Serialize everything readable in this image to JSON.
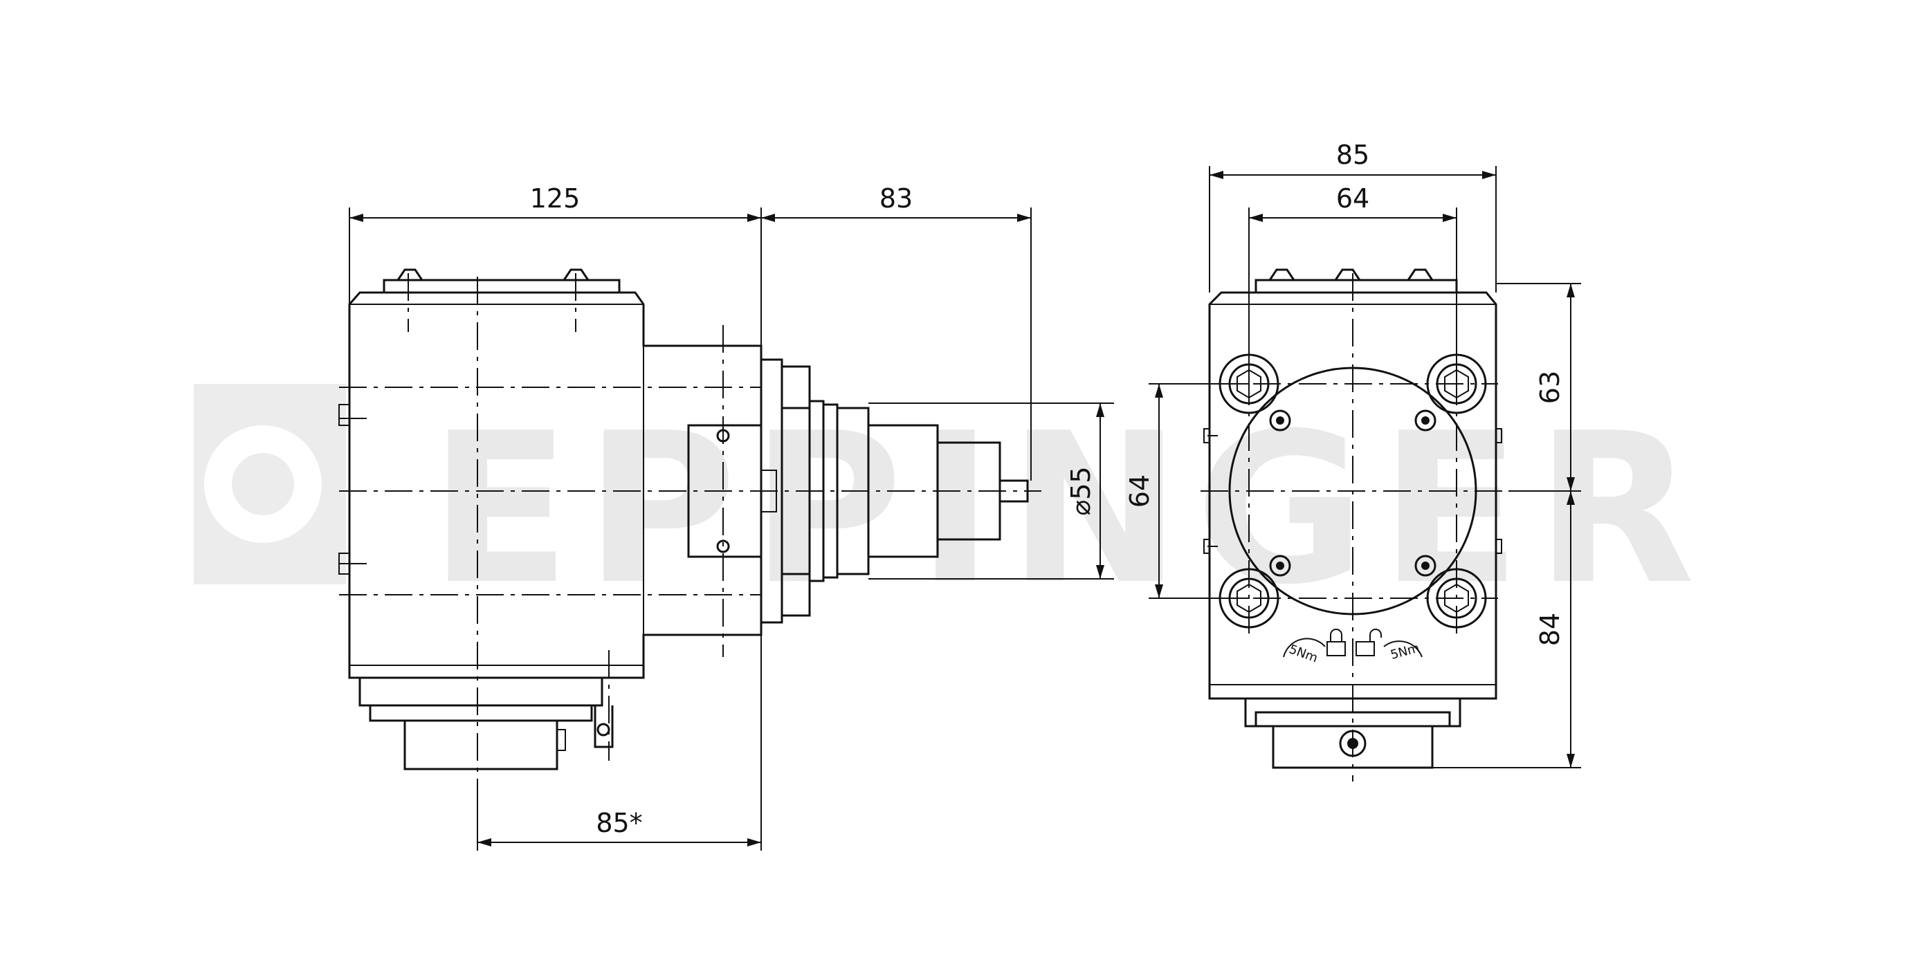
{
  "watermark": {
    "text": "EPPINGER"
  },
  "side_view": {
    "dims": {
      "length": "125",
      "spindle_length": "83",
      "diameter": "⌀55",
      "axis_offset": "85*"
    }
  },
  "front_view": {
    "dims": {
      "width_outer": "85",
      "width_bolts": "64",
      "height_bolts": "64",
      "upper_height": "63",
      "lower_height": "84"
    },
    "torque_label_left": "5Nm",
    "torque_label_right": "5Nm"
  },
  "colors": {
    "line": "#111111",
    "watermark": "#e9e9e9"
  }
}
